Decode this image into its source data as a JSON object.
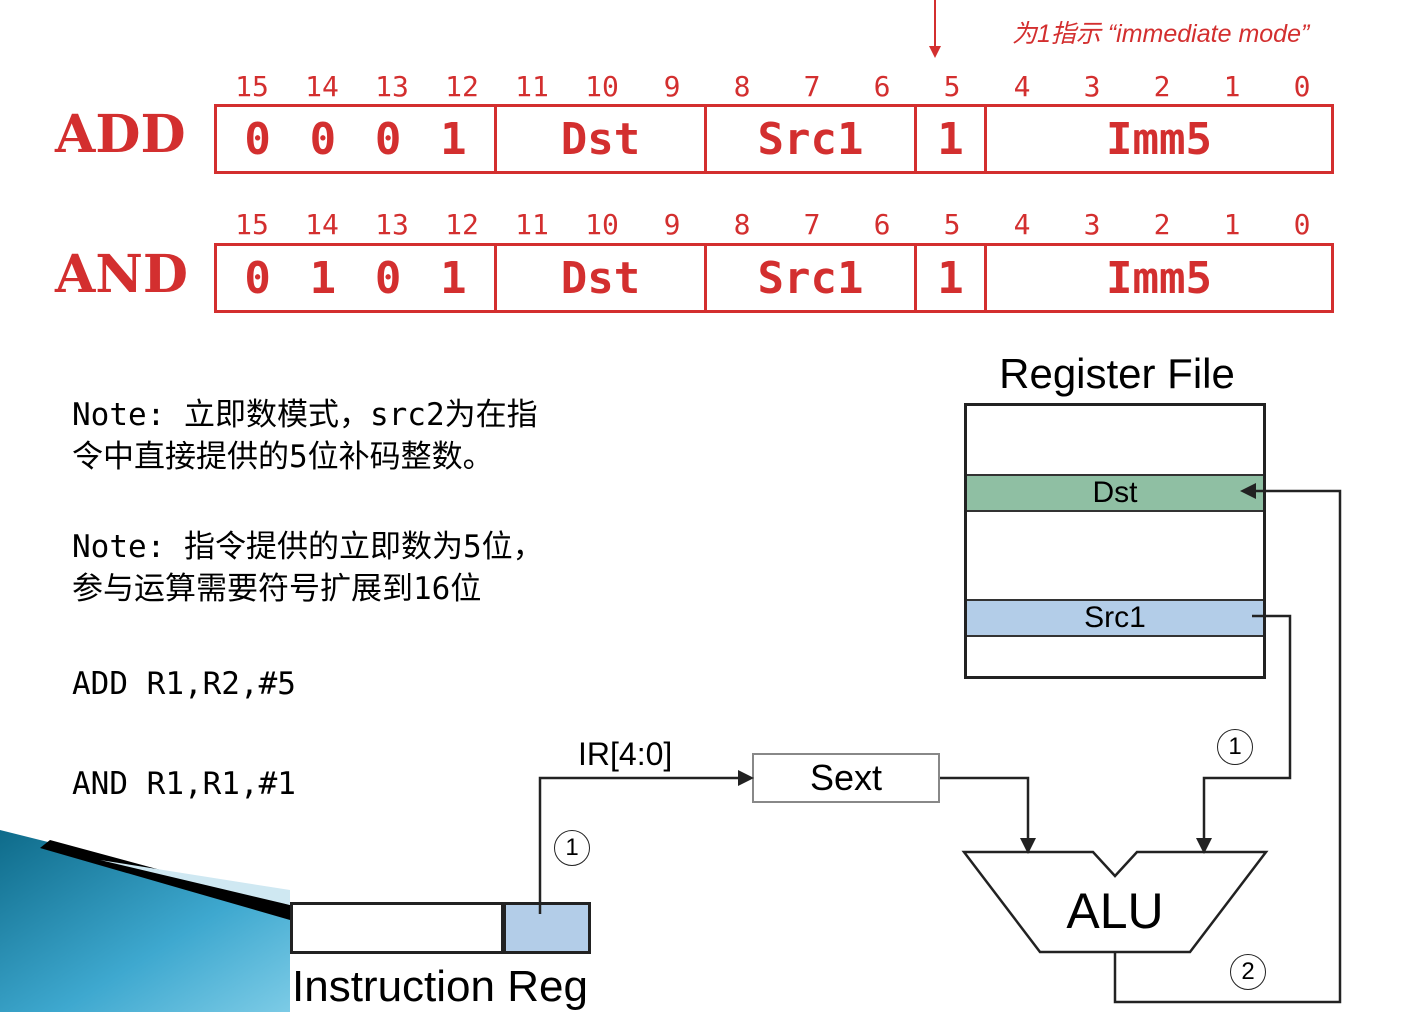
{
  "header_note": "为1指示 “immediate mode”",
  "bit_numbers": [
    "15",
    "14",
    "13",
    "12",
    "11",
    "10",
    "9",
    "8",
    "7",
    "6",
    "5",
    "4",
    "3",
    "2",
    "1",
    "0"
  ],
  "instructions": [
    {
      "name": "ADD",
      "opcode": [
        "0",
        "0",
        "0",
        "1"
      ],
      "dst": "Dst",
      "src1": "Src1",
      "mode": "1",
      "imm": "Imm5"
    },
    {
      "name": "AND",
      "opcode": [
        "0",
        "1",
        "0",
        "1"
      ],
      "dst": "Dst",
      "src1": "Src1",
      "mode": "1",
      "imm": "Imm5"
    }
  ],
  "notes": [
    "Note: 立即数模式，src2为在指\n令中直接提供的5位补码整数。",
    "Note: 指令提供的立即数为5位，\n参与运算需要符号扩展到16位"
  ],
  "examples": [
    "ADD R1,R2,#5",
    "AND R1,R1,#1"
  ],
  "diagram": {
    "register_file_title": "Register File",
    "dst_label": "Dst",
    "src1_label": "Src1",
    "ir_bits_label": "IR[4:0]",
    "sext_label": "Sext",
    "alu_label": "ALU",
    "instruction_reg_label": "Instruction Reg",
    "step_1": "1",
    "step_2": "2"
  },
  "colors": {
    "red": "#d32f2f",
    "dst_fill": "#8fbfa3",
    "src1_fill": "#b3cde8",
    "imm_fill": "#b3cde8"
  }
}
